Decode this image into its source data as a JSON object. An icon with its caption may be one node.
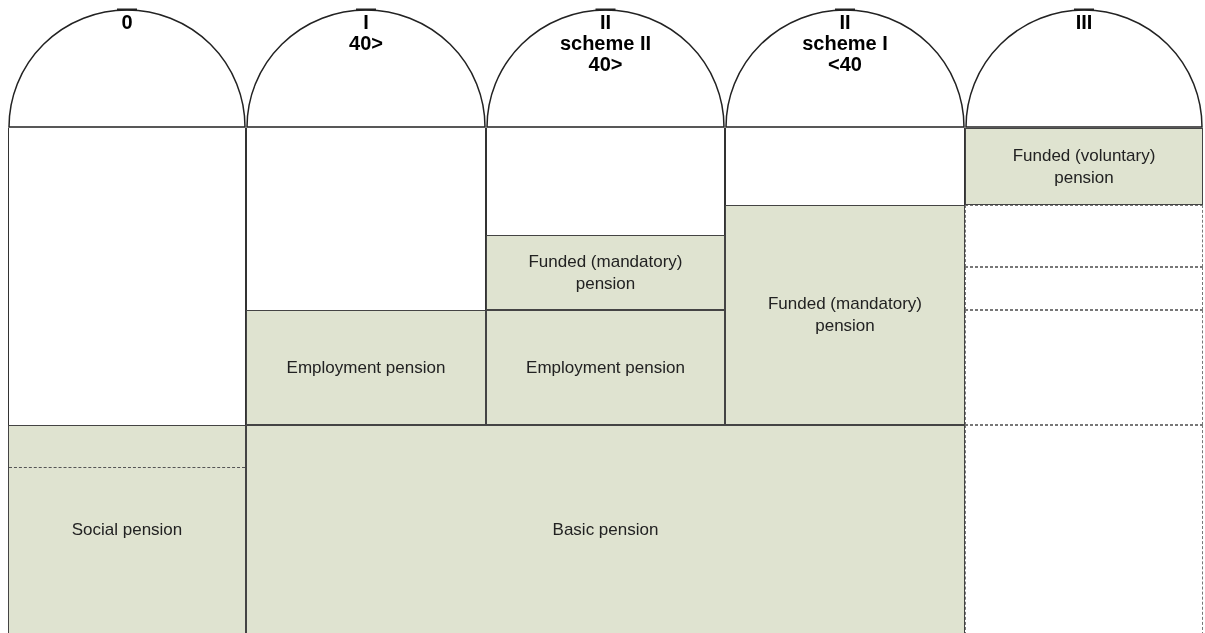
{
  "diagram": {
    "nodes": [
      {
        "text": [
          "0"
        ]
      },
      {
        "text": [
          "I",
          "40>"
        ]
      },
      {
        "text": [
          "II",
          "scheme II",
          "40>"
        ]
      },
      {
        "text": [
          "II",
          "scheme I",
          "<40"
        ]
      },
      {
        "text": [
          "III"
        ]
      },
      {
        "text": [
          "Funded (voluntary) pension"
        ]
      },
      {
        "text": [],
        "shape": "box"
      },
      {
        "text": [],
        "shape": "box"
      },
      {
        "text": [],
        "shape": "box"
      },
      {
        "text": [
          "Funded (mandatory) pension"
        ]
      },
      {
        "text": [
          "Funded (mandatory) pension"
        ]
      },
      {
        "text": [
          "Employment pension"
        ]
      },
      {
        "text": [
          "Employment pension"
        ]
      },
      {
        "text": [
          "Social pension"
        ]
      },
      {
        "text": [
          "Basic pension"
        ]
      },
      {
        "text": [],
        "shape": "box"
      }
    ]
  }
}
